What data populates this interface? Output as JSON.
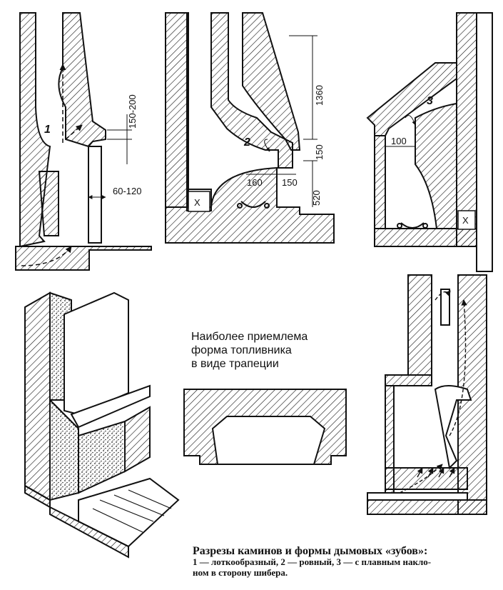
{
  "figures": {
    "fig1": {
      "number": "1",
      "dims": [
        "150-200",
        "60-120"
      ]
    },
    "fig2": {
      "number": "2",
      "dims": [
        "1360",
        "150",
        "160",
        "150",
        "520"
      ]
    },
    "fig3": {
      "number": "3",
      "dims": [
        "100"
      ],
      "flue_mark": "X"
    },
    "fig2_flue_mark": "X"
  },
  "trapezoid_note": {
    "line1": "Наиболее приемлема",
    "line2": "форма топливника",
    "line3": "в виде трапеции"
  },
  "caption": {
    "title": "Разрезы каминов и формы дымовых «зубов»:",
    "body_line1": "1 — лоткообразный, 2 — ровный, 3 — с плавным накло-",
    "body_line2": "ном в сторону шибера."
  }
}
